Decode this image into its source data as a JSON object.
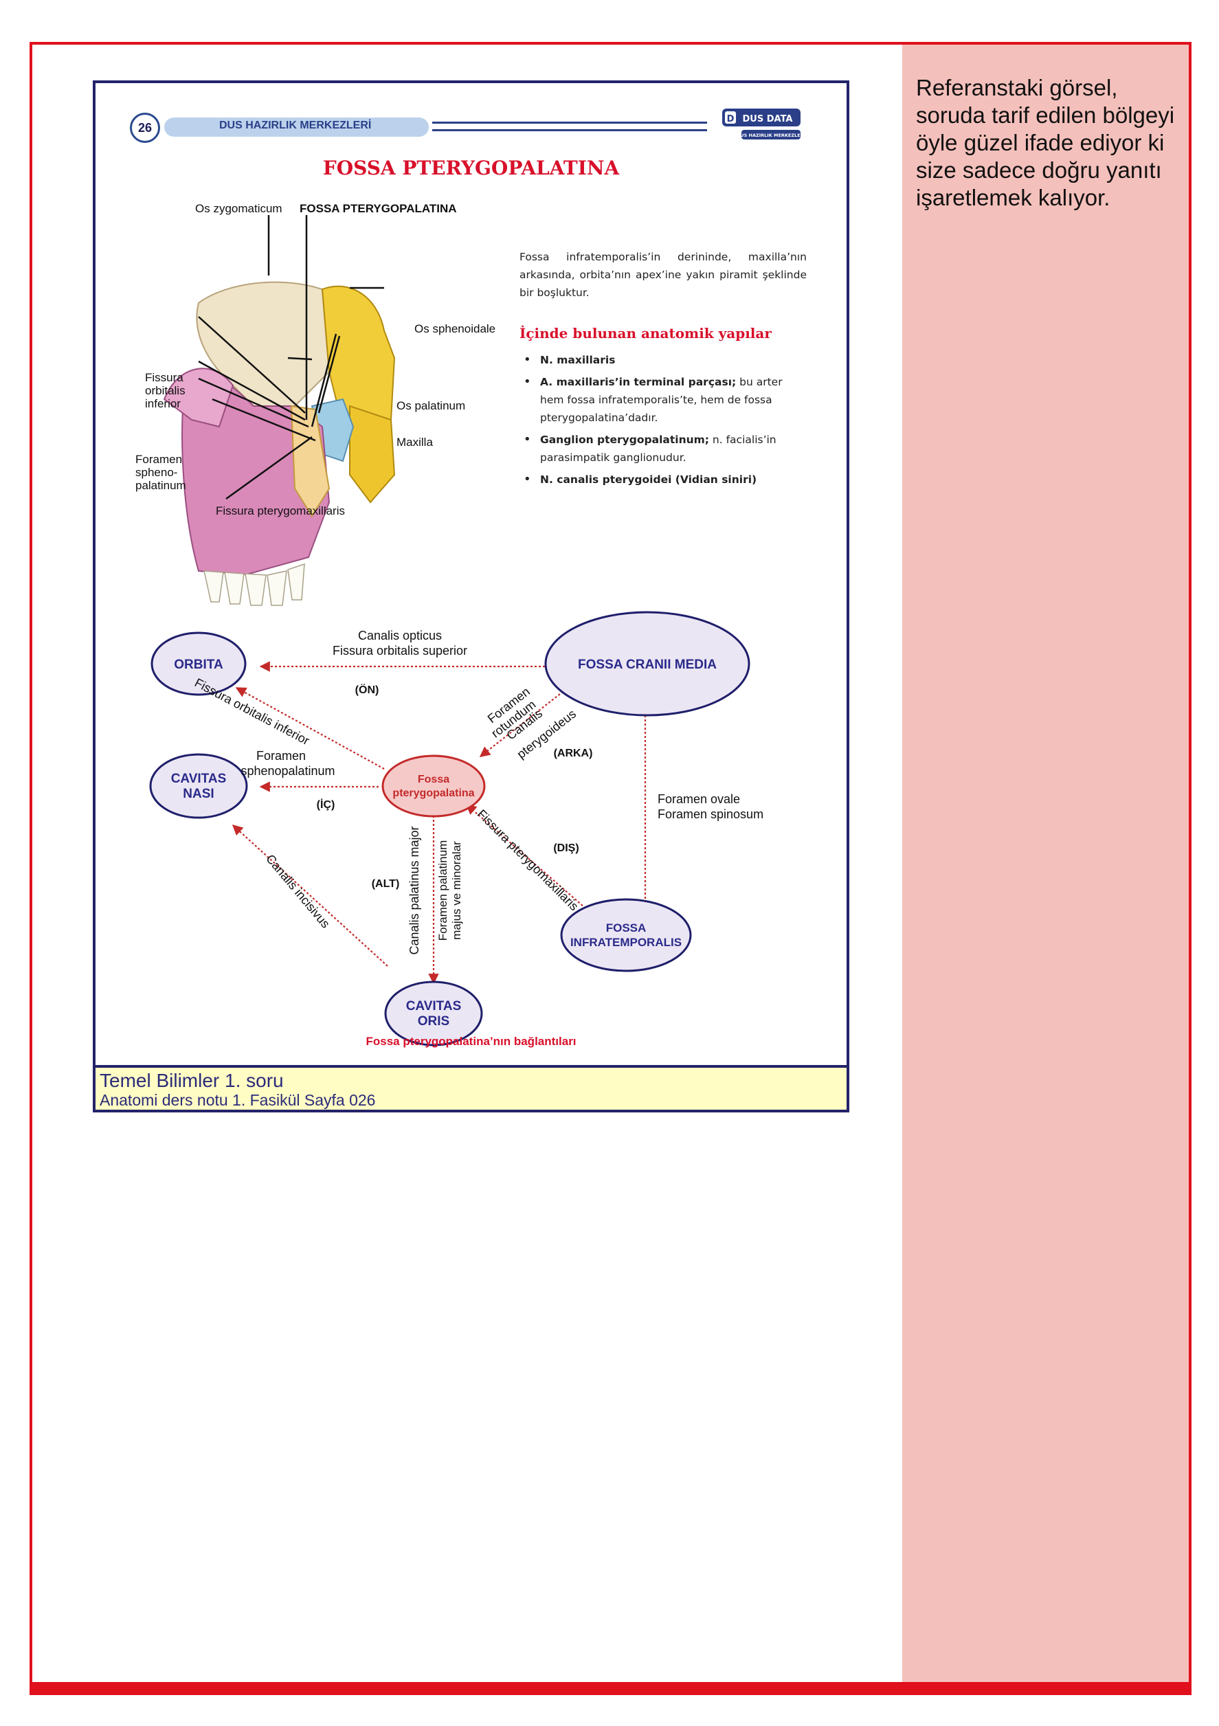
{
  "side_note": "Referanstaki görsel, soruda tarif edilen bölgeyi öyle güzel ifade ediyor ki size sadece doğru yanıtı işaretlemek kalıyor.",
  "book": {
    "page_number": "26",
    "header": "DUS HAZIRLIK MERKEZLERİ",
    "logo_text": "DUS DATA",
    "logo_sub": "DUS HAZIRLIK MERKEZLERİ",
    "title": "FOSSA PTERYGOPALATINA",
    "figure_labels": {
      "os_zygomaticum": "Os zygomaticum",
      "fossa": "FOSSA PTERYGOPALATINA",
      "os_sphenoidale": "Os sphenoidale",
      "fissura_orbitalis_inferior": "Fissura orbitalis inferior",
      "os_palatinum": "Os palatinum",
      "maxilla": "Maxilla",
      "foramen_sphenopalatinum": "Foramen spheno- palatinum",
      "fissura_pterygomaxillaris": "Fissura pterygomaxillaris"
    },
    "intro": "Fossa infratemporalis’in derininde, maxilla’nın arkasında, orbita’nın apex’ine yakın piramit şeklinde bir boşluktur.",
    "structures_title": "İçinde bulunan anatomik yapılar",
    "structures": [
      {
        "bold": "N. maxillaris",
        "rest": ""
      },
      {
        "bold": "A. maxillaris’in terminal parçası;",
        "rest": " bu arter hem fossa infratemporalis’te, hem de fossa pterygopalatina’dadır."
      },
      {
        "bold": "Ganglion pterygopalatinum;",
        "rest": " n. facialis’in parasimpatik ganglionudur."
      },
      {
        "bold": "N. canalis pterygoidei (Vidian siniri)",
        "rest": ""
      }
    ],
    "diagram": {
      "nodes": {
        "orbita": "ORBITA",
        "cavitas_nasi_1": "CAVITAS",
        "cavitas_nasi_2": "NASI",
        "fossa_1": "Fossa",
        "fossa_2": "pterygopalatina",
        "cranii": "FOSSA CRANII MEDIA",
        "infra_1": "FOSSA",
        "infra_2": "INFRATEMPORALIS",
        "oris_1": "CAVITAS",
        "oris_2": "ORIS"
      },
      "edges": {
        "canalis_opticus": "Canalis opticus",
        "fissura_orb_sup": "Fissura orbitalis superior",
        "fissura_orb_inf": "Fissura orbitalis inferior",
        "on": "(ÖN)",
        "foramen_rotundum_1": "Foramen",
        "foramen_rotundum_2": "rotundum",
        "canalis_pteryg_1": "Canalis",
        "canalis_pteryg_2": "pterygoideus",
        "arka": "(ARKA)",
        "foramen_spheno_1": "Foramen",
        "foramen_spheno_2": "sphenopalatinum",
        "ic": "(İÇ)",
        "foramen_ovale": "Foramen ovale",
        "foramen_spinosum": "Foramen spinosum",
        "fissura_ptmax": "Fissura pterygomaxillaris",
        "dis": "(DIŞ)",
        "canalis_pal_major": "Canalis palatinus major",
        "foramen_pal_1": "Foramen palatinum",
        "foramen_pal_2": "majus ve minoralar",
        "alt": "(ALT)",
        "canalis_incisivus": "Canalis incisivus"
      },
      "caption": "Fossa pterygopalatina’nın bağlantıları"
    },
    "caption_box": {
      "title": "Temel Bilimler 1. soru",
      "subtitle": "Anatomi ders notu 1. Fasikül Sayfa 026"
    }
  },
  "colors": {
    "frame_red": "#e0101d",
    "panel_pink": "#f4c0bb",
    "navy": "#23236a",
    "title_red": "#d8102a",
    "node_fill": "#ebe6f4",
    "center_fill": "#f6c9c9",
    "caption_yellow": "#fffdc4"
  }
}
